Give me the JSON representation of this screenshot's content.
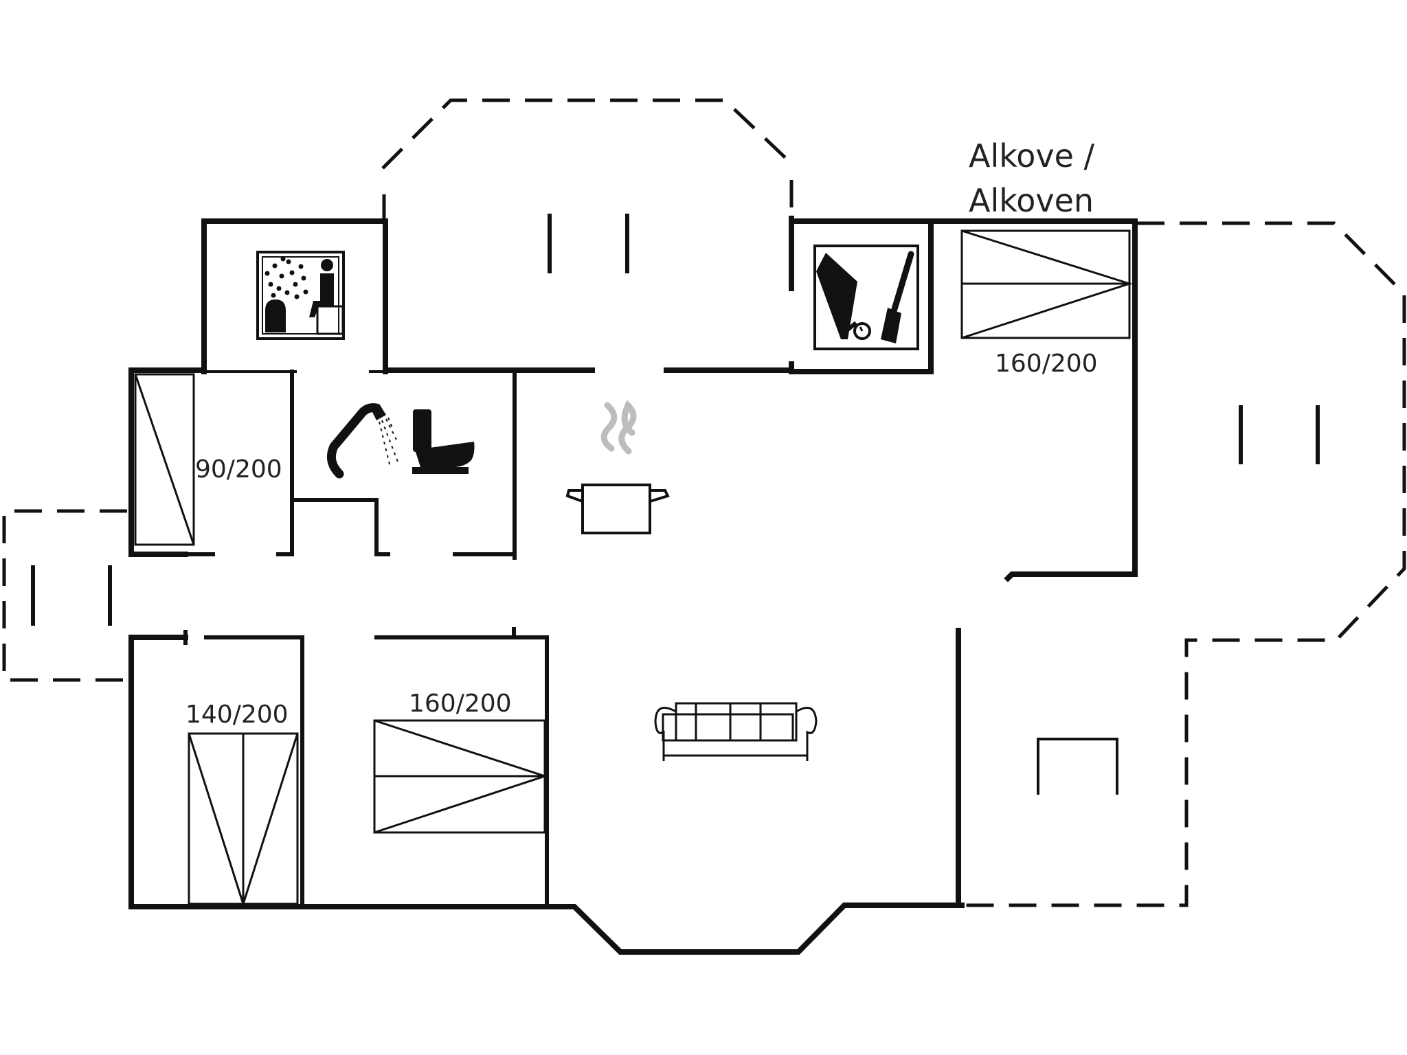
{
  "labels": {
    "alkove_line1": "Alkove /",
    "alkove_line2": "Alkoven",
    "bed_alkove": "160/200",
    "bed_single": "90/200",
    "bed_double_left": "140/200",
    "bed_double_middle": "160/200"
  },
  "icons": {
    "sauna": "sauna-icon",
    "shower": "shower-icon",
    "toilet": "toilet-icon",
    "kitchen": "cooking-pot-icon",
    "utility": "wheelbarrow-broom-icon",
    "living": "sofa-icon",
    "terrace": "garden-table-icon"
  },
  "colors": {
    "line": "#111111",
    "steam": "#bdbdbd",
    "text": "#222222",
    "background": "#ffffff"
  }
}
